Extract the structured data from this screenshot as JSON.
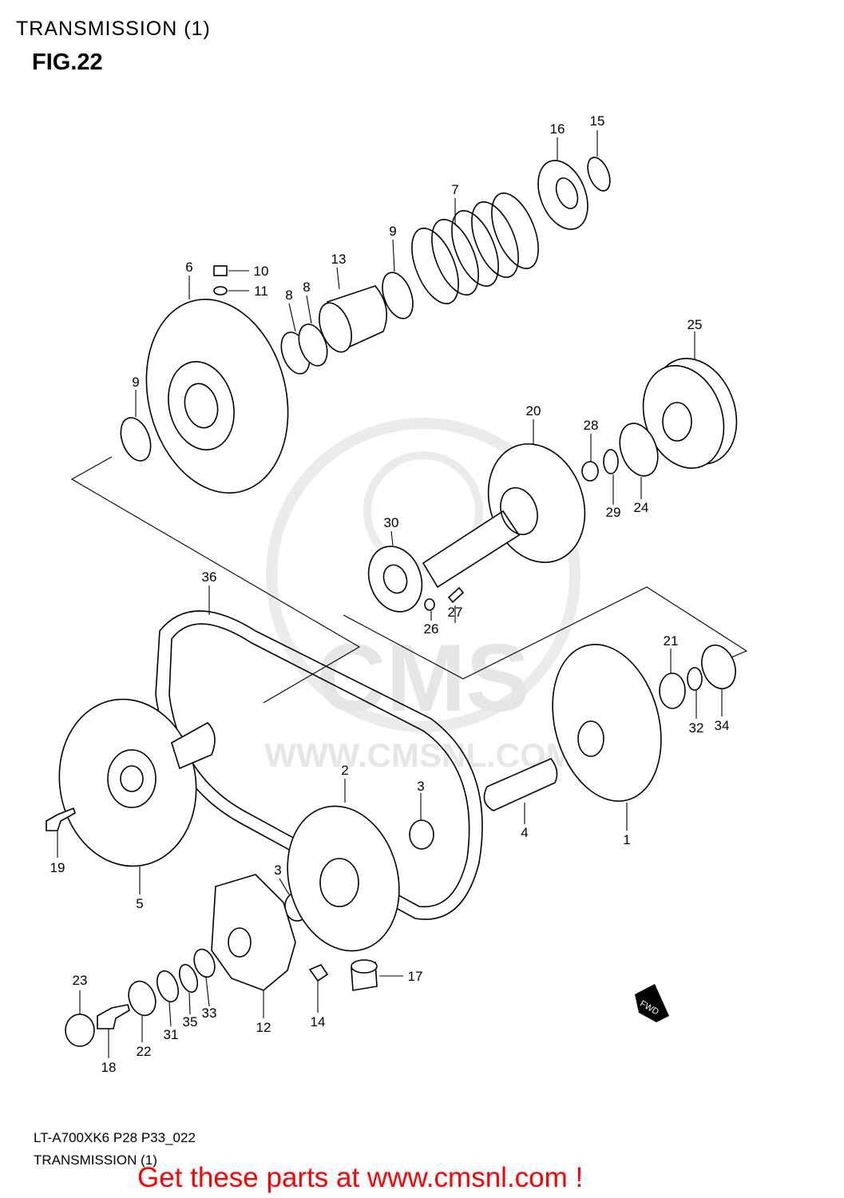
{
  "header": {
    "title": "TRANSMISSION (1)",
    "figure": "FIG.22"
  },
  "watermark": {
    "brand": "CMS",
    "url": "WWW.CMSNL.COM"
  },
  "callouts": [
    "1",
    "2",
    "3",
    "3",
    "4",
    "5",
    "6",
    "7",
    "8",
    "8",
    "9",
    "9",
    "10",
    "11",
    "12",
    "13",
    "14",
    "15",
    "16",
    "17",
    "18",
    "19",
    "20",
    "21",
    "22",
    "23",
    "24",
    "25",
    "26",
    "27",
    "28",
    "29",
    "30",
    "31",
    "32",
    "33",
    "34",
    "35",
    "36"
  ],
  "fwd_badge": "FWD",
  "footer": {
    "code": "LT-A700XK6 P28 P33_022",
    "title": "TRANSMISSION (1)"
  },
  "cta": {
    "text": "Get these parts at www.cmsnl.com !",
    "color": "#ff0000"
  }
}
